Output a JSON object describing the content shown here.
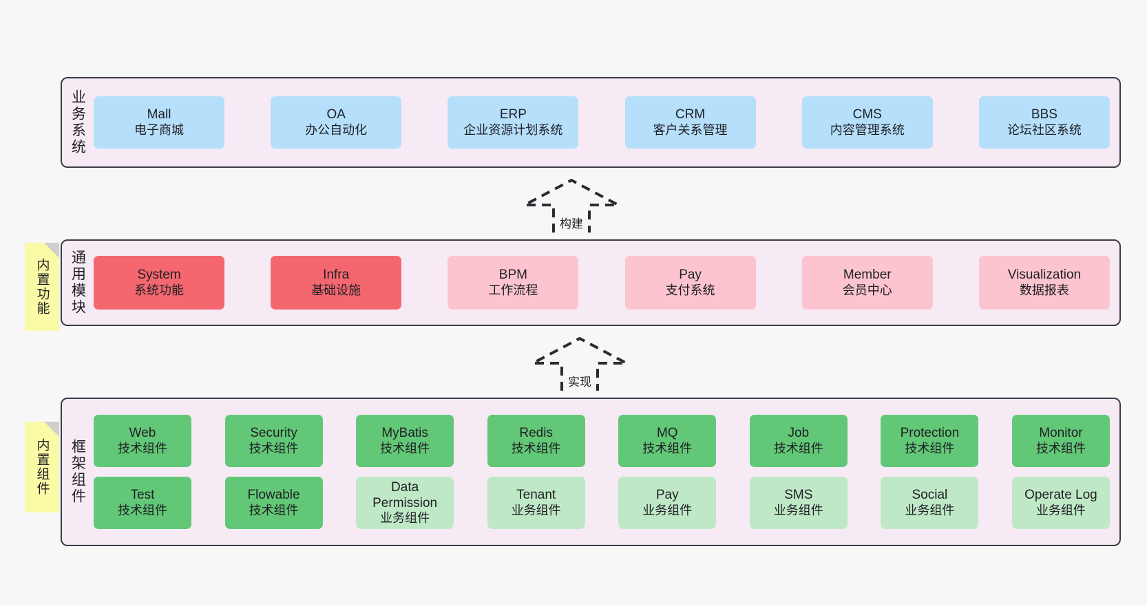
{
  "diagram": {
    "background_color": "#f7f7f7",
    "layer_fill": "#f6eaf4",
    "layer_border": "#3b3b45",
    "note_color": "#fbfaa6"
  },
  "layers": [
    {
      "key": "business",
      "title": "业务系统",
      "note": null,
      "rows": [
        {
          "nodes": [
            {
              "en": "Mall",
              "cn": "电子商城",
              "color": "#b5dffb",
              "style": "blue"
            },
            {
              "en": "OA",
              "cn": "办公自动化",
              "color": "#b5dffb",
              "style": "blue"
            },
            {
              "en": "ERP",
              "cn": "企业资源计划系统",
              "color": "#b5dffb",
              "style": "blue"
            },
            {
              "en": "CRM",
              "cn": "客户关系管理",
              "color": "#b5dffb",
              "style": "blue"
            },
            {
              "en": "CMS",
              "cn": "内容管理系统",
              "color": "#b5dffb",
              "style": "blue"
            },
            {
              "en": "BBS",
              "cn": "论坛社区系统",
              "color": "#b5dffb",
              "style": "blue"
            }
          ]
        }
      ]
    },
    {
      "key": "common",
      "title": "通用模块",
      "note": "内置功能",
      "rows": [
        {
          "nodes": [
            {
              "en": "System",
              "cn": "系统功能",
              "color": "#f4676f",
              "style": "red"
            },
            {
              "en": "Infra",
              "cn": "基础设施",
              "color": "#f4676f",
              "style": "red"
            },
            {
              "en": "BPM",
              "cn": "工作流程",
              "color": "#fcc4ce",
              "style": "pink"
            },
            {
              "en": "Pay",
              "cn": "支付系统",
              "color": "#fcc4ce",
              "style": "pink"
            },
            {
              "en": "Member",
              "cn": "会员中心",
              "color": "#fcc4ce",
              "style": "pink"
            },
            {
              "en": "Visualization",
              "cn": "数据报表",
              "color": "#fcc4ce",
              "style": "pink"
            }
          ]
        }
      ]
    },
    {
      "key": "framework",
      "title": "框架组件",
      "note": "内置组件",
      "rows": [
        {
          "nodes": [
            {
              "en": "Web",
              "cn": "技术组件",
              "color": "#62c877",
              "style": "green"
            },
            {
              "en": "Security",
              "cn": "技术组件",
              "color": "#62c877",
              "style": "green"
            },
            {
              "en": "MyBatis",
              "cn": "技术组件",
              "color": "#62c877",
              "style": "green"
            },
            {
              "en": "Redis",
              "cn": "技术组件",
              "color": "#62c877",
              "style": "green"
            },
            {
              "en": "MQ",
              "cn": "技术组件",
              "color": "#62c877",
              "style": "green"
            },
            {
              "en": "Job",
              "cn": "技术组件",
              "color": "#62c877",
              "style": "green"
            },
            {
              "en": "Protection",
              "cn": "技术组件",
              "color": "#62c877",
              "style": "green"
            },
            {
              "en": "Monitor",
              "cn": "技术组件",
              "color": "#62c877",
              "style": "green"
            }
          ]
        },
        {
          "nodes": [
            {
              "en": "Test",
              "cn": "技术组件",
              "color": "#62c877",
              "style": "green"
            },
            {
              "en": "Flowable",
              "cn": "技术组件",
              "color": "#62c877",
              "style": "green"
            },
            {
              "en": "Data Permission",
              "cn": "业务组件",
              "color": "#bfe9c6",
              "style": "mint"
            },
            {
              "en": "Tenant",
              "cn": "业务组件",
              "color": "#bfe9c6",
              "style": "mint"
            },
            {
              "en": "Pay",
              "cn": "业务组件",
              "color": "#bfe9c6",
              "style": "mint"
            },
            {
              "en": "SMS",
              "cn": "业务组件",
              "color": "#bfe9c6",
              "style": "mint"
            },
            {
              "en": "Social",
              "cn": "业务组件",
              "color": "#bfe9c6",
              "style": "mint"
            },
            {
              "en": "Operate Log",
              "cn": "业务组件",
              "color": "#bfe9c6",
              "style": "mint"
            }
          ]
        }
      ]
    }
  ],
  "connectors": [
    {
      "key": "build",
      "label": "构建",
      "from": "common",
      "to": "business"
    },
    {
      "key": "implement",
      "label": "实现",
      "from": "framework",
      "to": "common"
    }
  ]
}
